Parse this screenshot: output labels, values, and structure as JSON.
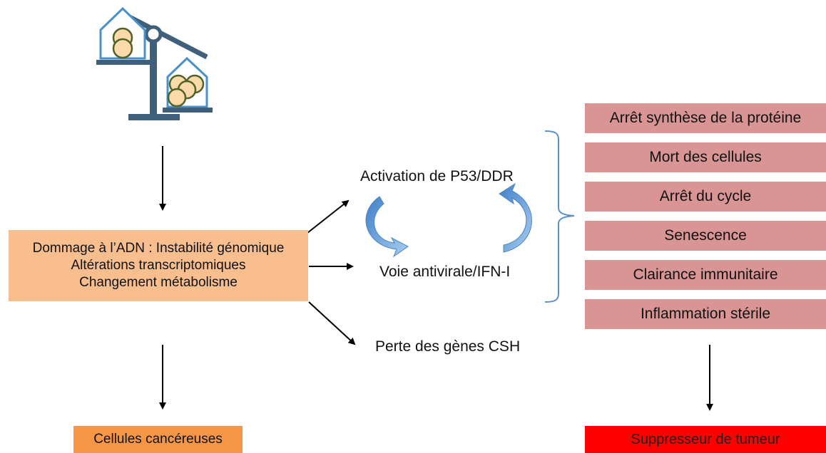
{
  "damage": {
    "line1": "Dommage à l’ADN : Instabilité génomique",
    "line2": "Altérations transcriptomiques",
    "line3": "Changement métabolisme"
  },
  "pathways": {
    "p53": "Activation de P53/DDR",
    "antiviral": "Voie antivirale/IFN-I",
    "csh": "Perte des gènes CSH"
  },
  "outcomes": [
    "Arrêt synthèse de la protéine",
    "Mort des cellules",
    "Arrêt du cycle",
    "Senescence",
    "Clairance immunitaire",
    "Inflammation stérile"
  ],
  "result_left": "Cellules cancéreuses",
  "result_right": "Suppresseur de tumeur",
  "colors": {
    "damage_box": "#f8be8e",
    "cancer_box": "#f79646",
    "outcome_box": "#d99594",
    "tumor_box": "#ff0000",
    "cycle_arrow": "#5b9bd5",
    "scale": "#3f5f7a",
    "cell_fill": "#fbd9a8",
    "cell_stroke": "#4f6228"
  }
}
